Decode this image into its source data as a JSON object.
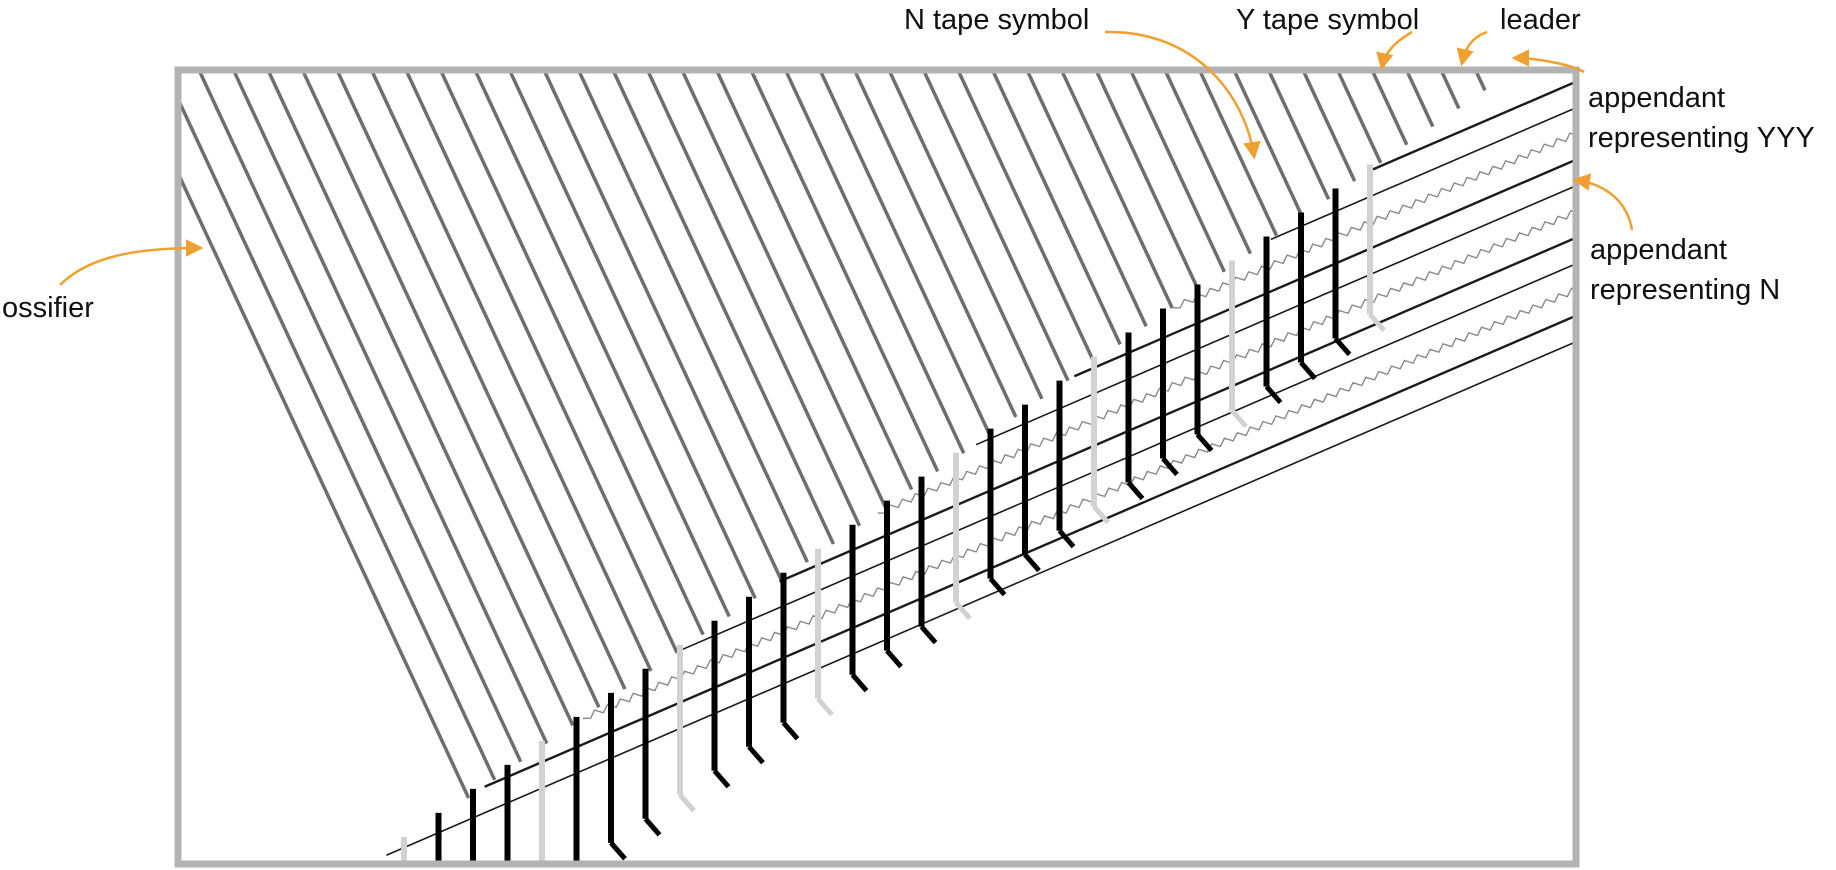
{
  "labels": {
    "n_tape_symbol": "N tape symbol",
    "y_tape_symbol": "Y tape symbol",
    "leader": "leader",
    "appendant_yyy_line1": "appendant",
    "appendant_yyy_line2": "representing YYY",
    "appendant_n_line1": "appendant",
    "appendant_n_line2": "representing N",
    "ossifier": "ossifier"
  },
  "colors": {
    "frame": "#b3b3b3",
    "ossifier_line": "#6e6e6e",
    "y_symbol": "#000000",
    "n_symbol": "#d2d2d2",
    "appendant_line": "#1a1a1a",
    "appendant_zigzag": "#8a8a8a",
    "annotation_arrow": "#f0a030"
  }
}
